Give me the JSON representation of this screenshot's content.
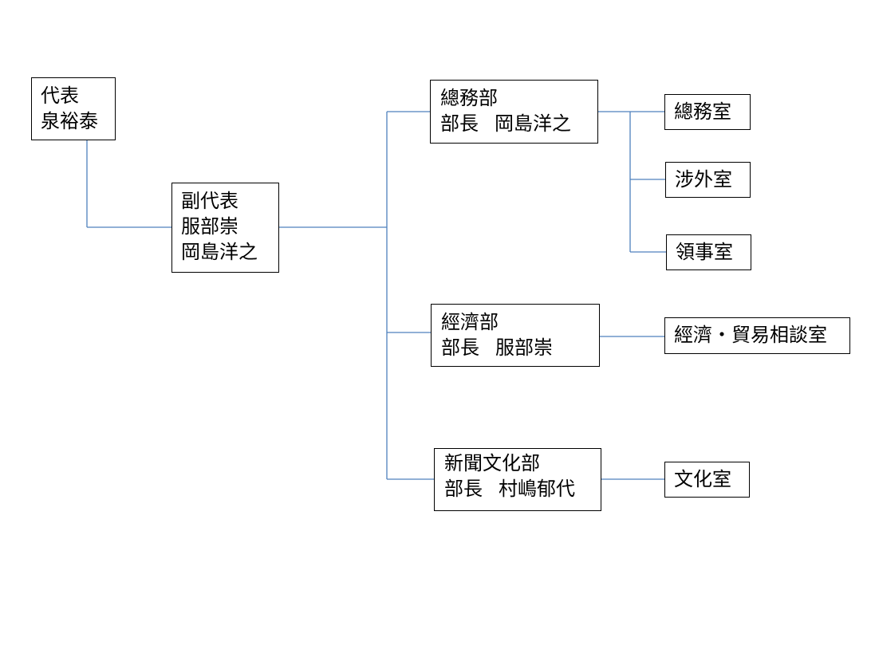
{
  "diagram": {
    "representative": {
      "title": "代表",
      "name": "泉裕泰"
    },
    "deputy": {
      "title": "副代表",
      "names": [
        "服部崇",
        "岡島洋之"
      ]
    },
    "departments": [
      {
        "name": "總務部",
        "head_title": "部長",
        "head_name": "岡島洋之",
        "offices": [
          "總務室",
          "涉外室",
          "領事室"
        ]
      },
      {
        "name": "經濟部",
        "head_title": "部長",
        "head_name": "服部崇",
        "offices": [
          "經濟・貿易相談室"
        ]
      },
      {
        "name": "新聞文化部",
        "head_title": "部長",
        "head_name": "村嶋郁代",
        "offices": [
          "文化室"
        ]
      }
    ],
    "colors": {
      "connector": "#4f81bd",
      "box_border": "#000000",
      "background": "#ffffff"
    }
  }
}
